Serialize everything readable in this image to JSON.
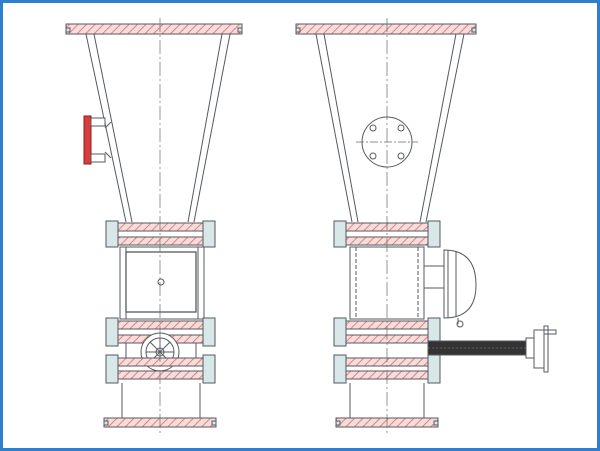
{
  "drawing": {
    "views": [
      "front-view",
      "side-view"
    ],
    "colors": {
      "frame": "#2f7fd0",
      "line": "#555a5f",
      "hatch": "#d96b6b",
      "hatch_fill": "#f7dcdc",
      "indicator": "#d93c3c",
      "centerline": "#6a6a6a",
      "bolt_fill": "#d8e7e8",
      "shaft_fill": "#333333"
    },
    "components": [
      "top-flange",
      "hopper-cone",
      "level-sight-glass",
      "upper-flange",
      "gate-housing",
      "inspection-cover",
      "middle-flange",
      "handwheel",
      "lower-flange",
      "outlet-flange",
      "actuator-motor",
      "threaded-spindle",
      "spindle-bracket"
    ]
  }
}
